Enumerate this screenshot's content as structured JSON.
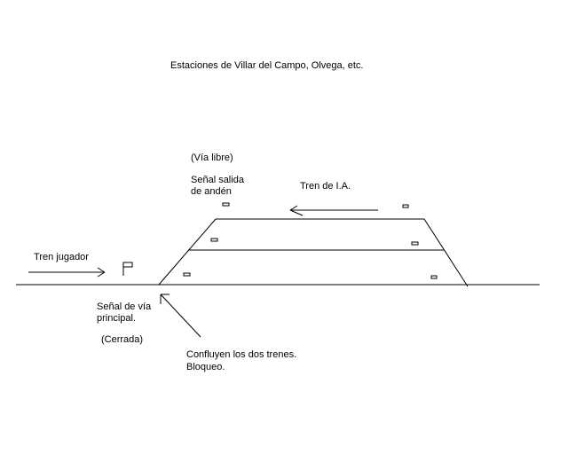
{
  "title": "Estaciones de Villar del Campo, Olvega, etc.",
  "labels": {
    "via_libre": "(Vía libre)",
    "senal_salida_line1": "Señal salida",
    "senal_salida_line2": "de andén",
    "tren_ia": "Tren de I.A.",
    "tren_jugador": "Tren jugador",
    "senal_via_line1": "Señal de vía",
    "senal_via_line2": "principal.",
    "cerrada": "(Cerrada)",
    "confluyen_line1": "Confluyen los dos trenes.",
    "confluyen_line2": "Bloqueo."
  },
  "colors": {
    "line": "#000000",
    "background": "#ffffff"
  }
}
